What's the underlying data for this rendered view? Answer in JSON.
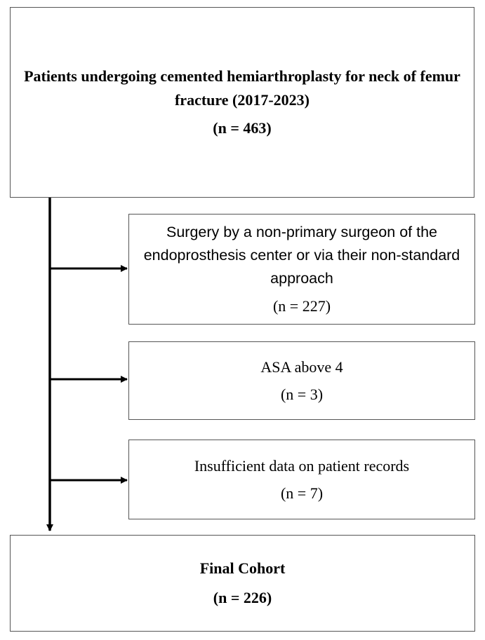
{
  "top_box": {
    "title": "Patients undergoing cemented hemiarthroplasty for neck of femur fracture (2017-2023)",
    "count": "(n = 463)"
  },
  "exclusions": [
    {
      "description": "Surgery by a non-primary surgeon of the endoprosthesis center or via their non-standard approach",
      "count": "(n = 227)"
    },
    {
      "description": "ASA above 4",
      "count": "(n = 3)"
    },
    {
      "description": "Insufficient data on patient records",
      "count": "(n = 7)"
    }
  ],
  "final_box": {
    "title": "Final Cohort",
    "count": "(n = 226)"
  },
  "colors": {
    "line": "#000000",
    "border": "#555555",
    "background": "#ffffff"
  }
}
